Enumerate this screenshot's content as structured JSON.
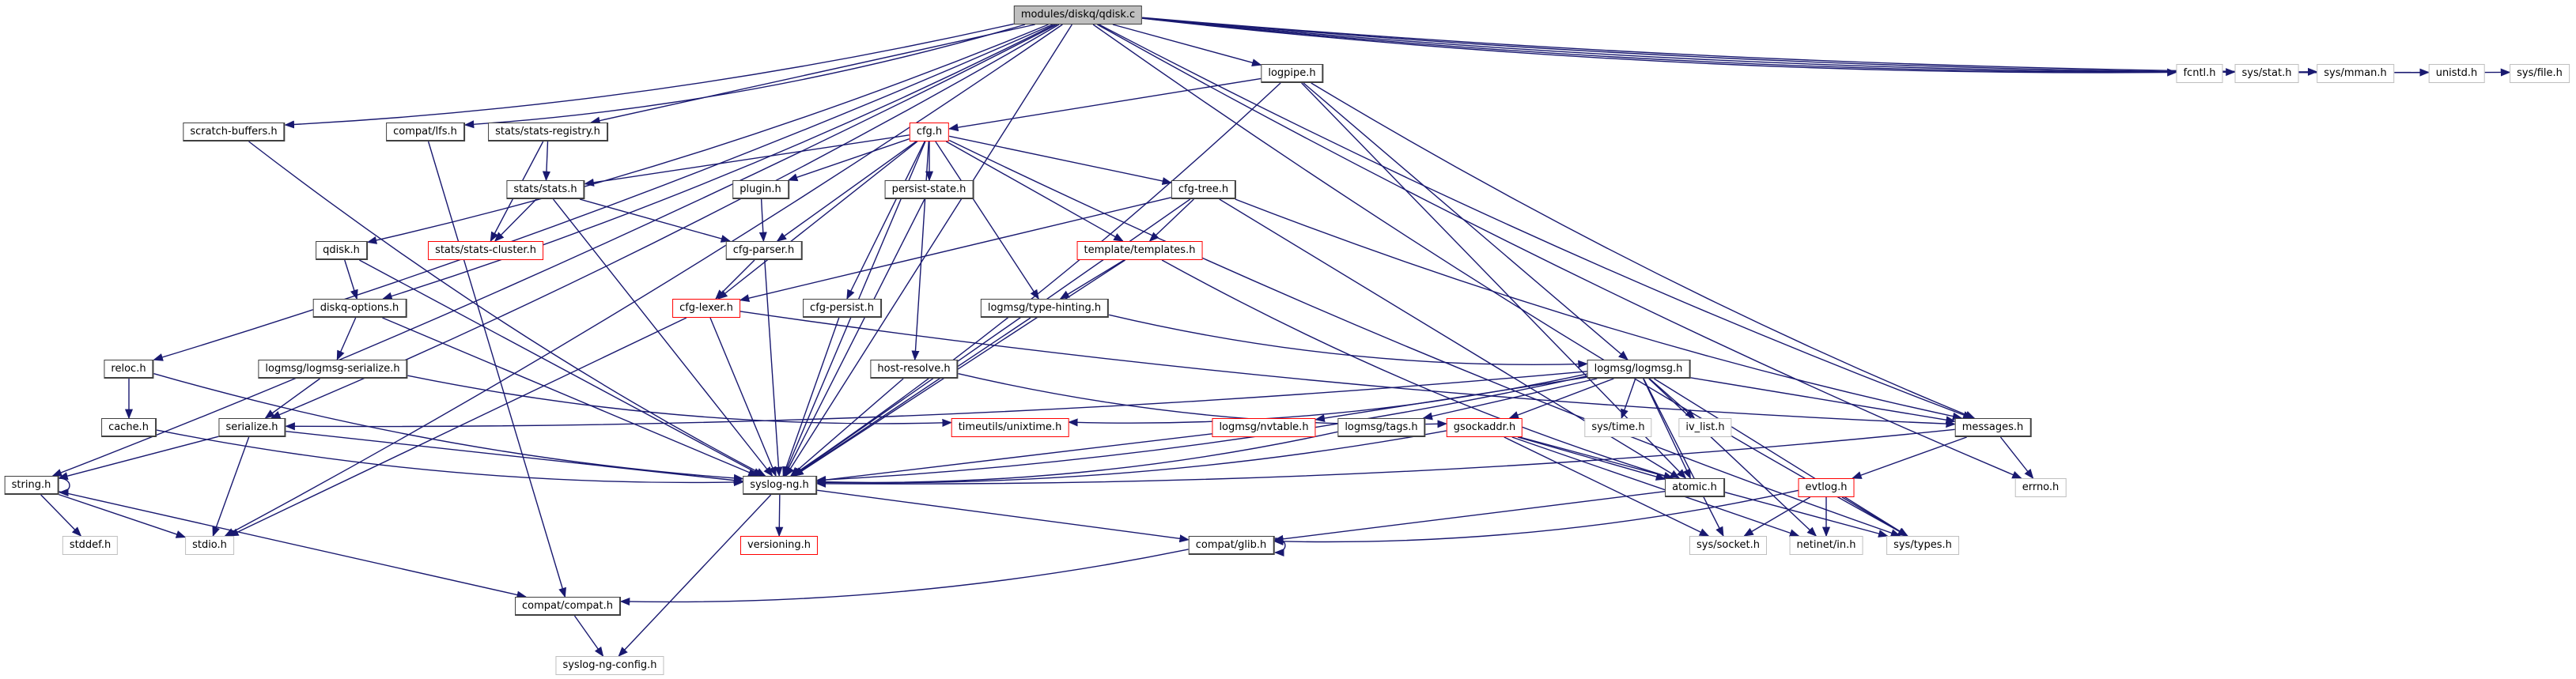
{
  "graph": {
    "title": "modules/diskq/qdisk.c include dependency graph",
    "colors": {
      "edge": "#191970",
      "node_border": "#404040",
      "missing_border": "#ff0000",
      "external_border": "#bfbfbf",
      "root_fill": "#bfbfbf"
    },
    "nodes": [
      {
        "id": "qdisk_c",
        "label": "modules/diskq/qdisk.c",
        "kind": "root"
      },
      {
        "id": "fcntl",
        "label": "fcntl.h",
        "kind": "gray"
      },
      {
        "id": "sys_stat",
        "label": "sys/stat.h",
        "kind": "gray"
      },
      {
        "id": "sys_mman",
        "label": "sys/mman.h",
        "kind": "gray"
      },
      {
        "id": "unistd",
        "label": "unistd.h",
        "kind": "gray"
      },
      {
        "id": "sys_file",
        "label": "sys/file.h",
        "kind": "gray"
      },
      {
        "id": "logpipe",
        "label": "logpipe.h",
        "kind": "normal"
      },
      {
        "id": "scratch",
        "label": "scratch-buffers.h",
        "kind": "normal"
      },
      {
        "id": "lfs",
        "label": "compat/lfs.h",
        "kind": "normal"
      },
      {
        "id": "stats_registry",
        "label": "stats/stats-registry.h",
        "kind": "normal"
      },
      {
        "id": "cfg",
        "label": "cfg.h",
        "kind": "red"
      },
      {
        "id": "stats",
        "label": "stats/stats.h",
        "kind": "normal"
      },
      {
        "id": "plugin",
        "label": "plugin.h",
        "kind": "normal"
      },
      {
        "id": "persist_state",
        "label": "persist-state.h",
        "kind": "normal"
      },
      {
        "id": "cfg_tree",
        "label": "cfg-tree.h",
        "kind": "normal"
      },
      {
        "id": "qdisk_h",
        "label": "qdisk.h",
        "kind": "normal"
      },
      {
        "id": "stats_cluster",
        "label": "stats/stats-cluster.h",
        "kind": "red"
      },
      {
        "id": "cfg_parser",
        "label": "cfg-parser.h",
        "kind": "normal"
      },
      {
        "id": "templates",
        "label": "template/templates.h",
        "kind": "red"
      },
      {
        "id": "diskq_options",
        "label": "diskq-options.h",
        "kind": "normal"
      },
      {
        "id": "cfg_lexer",
        "label": "cfg-lexer.h",
        "kind": "red"
      },
      {
        "id": "cfg_persist",
        "label": "cfg-persist.h",
        "kind": "normal"
      },
      {
        "id": "type_hinting",
        "label": "logmsg/type-hinting.h",
        "kind": "normal"
      },
      {
        "id": "reloc",
        "label": "reloc.h",
        "kind": "normal"
      },
      {
        "id": "logmsg_serialize",
        "label": "logmsg/logmsg-serialize.h",
        "kind": "normal"
      },
      {
        "id": "host_resolve",
        "label": "host-resolve.h",
        "kind": "normal"
      },
      {
        "id": "logmsg",
        "label": "logmsg/logmsg.h",
        "kind": "normal"
      },
      {
        "id": "cache",
        "label": "cache.h",
        "kind": "normal"
      },
      {
        "id": "serialize",
        "label": "serialize.h",
        "kind": "normal"
      },
      {
        "id": "unixtime",
        "label": "timeutils/unixtime.h",
        "kind": "red"
      },
      {
        "id": "nvtable",
        "label": "logmsg/nvtable.h",
        "kind": "red"
      },
      {
        "id": "tags",
        "label": "logmsg/tags.h",
        "kind": "normal"
      },
      {
        "id": "gsockaddr",
        "label": "gsockaddr.h",
        "kind": "red"
      },
      {
        "id": "sys_time",
        "label": "sys/time.h",
        "kind": "gray"
      },
      {
        "id": "iv_list",
        "label": "iv_list.h",
        "kind": "gray"
      },
      {
        "id": "messages",
        "label": "messages.h",
        "kind": "normal"
      },
      {
        "id": "string",
        "label": "string.h",
        "kind": "normal"
      },
      {
        "id": "syslog_ng",
        "label": "syslog-ng.h",
        "kind": "normal"
      },
      {
        "id": "atomic",
        "label": "atomic.h",
        "kind": "normal"
      },
      {
        "id": "evtlog",
        "label": "evtlog.h",
        "kind": "red"
      },
      {
        "id": "errno",
        "label": "errno.h",
        "kind": "gray"
      },
      {
        "id": "stddef",
        "label": "stddef.h",
        "kind": "gray"
      },
      {
        "id": "stdio",
        "label": "stdio.h",
        "kind": "gray"
      },
      {
        "id": "versioning",
        "label": "versioning.h",
        "kind": "red"
      },
      {
        "id": "glib",
        "label": "compat/glib.h",
        "kind": "normal"
      },
      {
        "id": "sys_socket",
        "label": "sys/socket.h",
        "kind": "gray"
      },
      {
        "id": "netinet_in",
        "label": "netinet/in.h",
        "kind": "gray"
      },
      {
        "id": "sys_types",
        "label": "sys/types.h",
        "kind": "gray"
      },
      {
        "id": "compat",
        "label": "compat/compat.h",
        "kind": "normal"
      },
      {
        "id": "config",
        "label": "syslog-ng-config.h",
        "kind": "gray"
      }
    ],
    "edges": [
      [
        "qdisk_c",
        "fcntl"
      ],
      [
        "qdisk_c",
        "sys_stat"
      ],
      [
        "qdisk_c",
        "sys_mman"
      ],
      [
        "qdisk_c",
        "unistd"
      ],
      [
        "qdisk_c",
        "sys_file"
      ],
      [
        "qdisk_c",
        "logpipe"
      ],
      [
        "qdisk_c",
        "scratch"
      ],
      [
        "qdisk_c",
        "lfs"
      ],
      [
        "qdisk_c",
        "stats_registry"
      ],
      [
        "qdisk_c",
        "qdisk_h"
      ],
      [
        "qdisk_c",
        "diskq_options"
      ],
      [
        "qdisk_c",
        "reloc"
      ],
      [
        "qdisk_c",
        "serialize"
      ],
      [
        "qdisk_c",
        "string"
      ],
      [
        "qdisk_c",
        "stdio"
      ],
      [
        "qdisk_c",
        "syslog_ng"
      ],
      [
        "qdisk_c",
        "messages"
      ],
      [
        "qdisk_c",
        "errno"
      ],
      [
        "qdisk_c",
        "sys_types"
      ],
      [
        "logpipe",
        "cfg"
      ],
      [
        "logpipe",
        "syslog_ng"
      ],
      [
        "logpipe",
        "logmsg"
      ],
      [
        "logpipe",
        "messages"
      ],
      [
        "logpipe",
        "atomic"
      ],
      [
        "scratch",
        "syslog_ng"
      ],
      [
        "lfs",
        "compat"
      ],
      [
        "stats_registry",
        "stats"
      ],
      [
        "stats_registry",
        "stats_cluster"
      ],
      [
        "cfg",
        "stats"
      ],
      [
        "cfg",
        "plugin"
      ],
      [
        "cfg",
        "persist_state"
      ],
      [
        "cfg",
        "cfg_tree"
      ],
      [
        "cfg",
        "cfg_parser"
      ],
      [
        "cfg",
        "cfg_lexer"
      ],
      [
        "cfg",
        "cfg_persist"
      ],
      [
        "cfg",
        "templates"
      ],
      [
        "cfg",
        "type_hinting"
      ],
      [
        "cfg",
        "host_resolve"
      ],
      [
        "cfg",
        "syslog_ng"
      ],
      [
        "cfg",
        "sys_types"
      ],
      [
        "stats",
        "stats_cluster"
      ],
      [
        "stats",
        "cfg_parser"
      ],
      [
        "stats",
        "syslog_ng"
      ],
      [
        "plugin",
        "cfg_parser"
      ],
      [
        "persist_state",
        "syslog_ng"
      ],
      [
        "cfg_tree",
        "templates"
      ],
      [
        "cfg_tree",
        "cfg_lexer"
      ],
      [
        "cfg_tree",
        "syslog_ng"
      ],
      [
        "cfg_tree",
        "messages"
      ],
      [
        "cfg_tree",
        "atomic"
      ],
      [
        "qdisk_h",
        "diskq_options"
      ],
      [
        "qdisk_h",
        "syslog_ng"
      ],
      [
        "cfg_parser",
        "cfg_lexer"
      ],
      [
        "cfg_parser",
        "syslog_ng"
      ],
      [
        "templates",
        "type_hinting"
      ],
      [
        "templates",
        "syslog_ng"
      ],
      [
        "templates",
        "atomic"
      ],
      [
        "diskq_options",
        "logmsg_serialize"
      ],
      [
        "diskq_options",
        "syslog_ng"
      ],
      [
        "cfg_lexer",
        "syslog_ng"
      ],
      [
        "cfg_lexer",
        "messages"
      ],
      [
        "cfg_lexer",
        "stdio"
      ],
      [
        "cfg_persist",
        "syslog_ng"
      ],
      [
        "type_hinting",
        "syslog_ng"
      ],
      [
        "type_hinting",
        "logmsg"
      ],
      [
        "reloc",
        "cache"
      ],
      [
        "reloc",
        "syslog_ng"
      ],
      [
        "logmsg_serialize",
        "serialize"
      ],
      [
        "logmsg_serialize",
        "unixtime"
      ],
      [
        "host_resolve",
        "syslog_ng"
      ],
      [
        "host_resolve",
        "gsockaddr"
      ],
      [
        "logmsg",
        "serialize"
      ],
      [
        "logmsg",
        "unixtime"
      ],
      [
        "logmsg",
        "nvtable"
      ],
      [
        "logmsg",
        "tags"
      ],
      [
        "logmsg",
        "gsockaddr"
      ],
      [
        "logmsg",
        "sys_time"
      ],
      [
        "logmsg",
        "iv_list"
      ],
      [
        "logmsg",
        "messages"
      ],
      [
        "logmsg",
        "atomic"
      ],
      [
        "logmsg",
        "syslog_ng"
      ],
      [
        "logmsg",
        "sys_socket"
      ],
      [
        "logmsg",
        "netinet_in"
      ],
      [
        "logmsg",
        "sys_types"
      ],
      [
        "cache",
        "syslog_ng"
      ],
      [
        "serialize",
        "string"
      ],
      [
        "serialize",
        "stdio"
      ],
      [
        "serialize",
        "syslog_ng"
      ],
      [
        "nvtable",
        "syslog_ng"
      ],
      [
        "tags",
        "syslog_ng"
      ],
      [
        "gsockaddr",
        "syslog_ng"
      ],
      [
        "gsockaddr",
        "atomic"
      ],
      [
        "gsockaddr",
        "sys_socket"
      ],
      [
        "gsockaddr",
        "netinet_in"
      ],
      [
        "gsockaddr",
        "sys_types"
      ],
      [
        "messages",
        "syslog_ng"
      ],
      [
        "messages",
        "evtlog"
      ],
      [
        "messages",
        "errno"
      ],
      [
        "string",
        "string"
      ],
      [
        "string",
        "stddef"
      ],
      [
        "string",
        "stdio"
      ],
      [
        "string",
        "compat"
      ],
      [
        "syslog_ng",
        "versioning"
      ],
      [
        "syslog_ng",
        "glib"
      ],
      [
        "syslog_ng",
        "config"
      ],
      [
        "atomic",
        "glib"
      ],
      [
        "evtlog",
        "sys_socket"
      ],
      [
        "evtlog",
        "netinet_in"
      ],
      [
        "evtlog",
        "sys_types"
      ],
      [
        "evtlog",
        "glib"
      ],
      [
        "glib",
        "glib"
      ],
      [
        "glib",
        "compat"
      ],
      [
        "compat",
        "config"
      ]
    ]
  }
}
